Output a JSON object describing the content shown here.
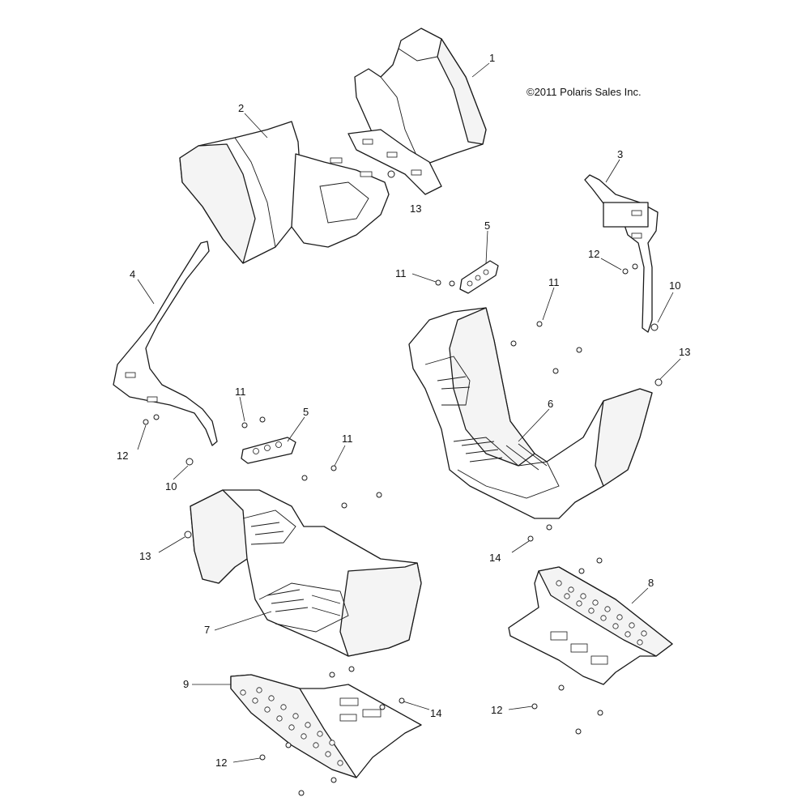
{
  "copyright": "©2011 Polaris Sales Inc.",
  "callouts": [
    {
      "id": "c1",
      "label": "1"
    },
    {
      "id": "c2",
      "label": "2"
    },
    {
      "id": "c3",
      "label": "3"
    },
    {
      "id": "c4",
      "label": "4"
    },
    {
      "id": "c5a",
      "label": "5"
    },
    {
      "id": "c5b",
      "label": "5"
    },
    {
      "id": "c6",
      "label": "6"
    },
    {
      "id": "c7",
      "label": "7"
    },
    {
      "id": "c8",
      "label": "8"
    },
    {
      "id": "c9",
      "label": "9"
    },
    {
      "id": "c10a",
      "label": "10"
    },
    {
      "id": "c10b",
      "label": "10"
    },
    {
      "id": "c11a",
      "label": "11"
    },
    {
      "id": "c11b",
      "label": "11"
    },
    {
      "id": "c11c",
      "label": "11"
    },
    {
      "id": "c11d",
      "label": "11"
    },
    {
      "id": "c12a",
      "label": "12"
    },
    {
      "id": "c12b",
      "label": "12"
    },
    {
      "id": "c12c",
      "label": "12"
    },
    {
      "id": "c12d",
      "label": "12"
    },
    {
      "id": "c13a",
      "label": "13"
    },
    {
      "id": "c13b",
      "label": "13"
    },
    {
      "id": "c13c",
      "label": "13"
    },
    {
      "id": "c14a",
      "label": "14"
    },
    {
      "id": "c14b",
      "label": "14"
    }
  ]
}
